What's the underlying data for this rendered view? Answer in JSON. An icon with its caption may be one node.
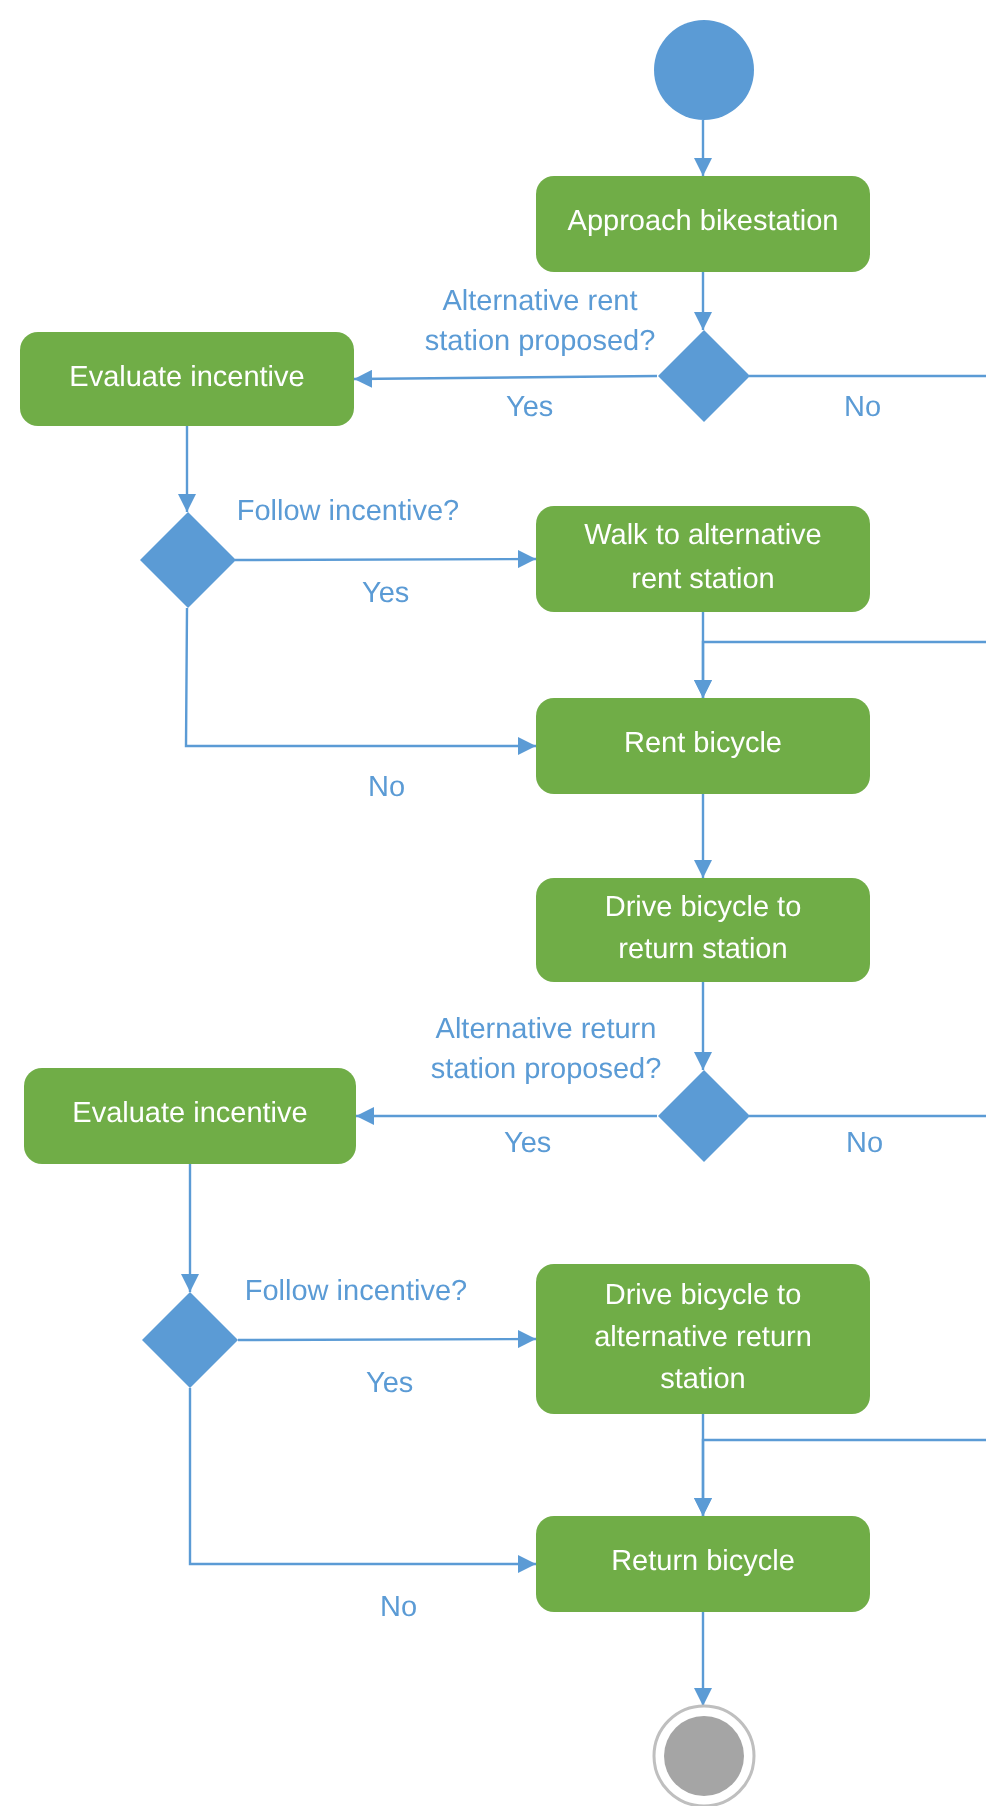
{
  "diagram": {
    "nodes": [
      {
        "text": [],
        "shape": "circle"
      },
      {
        "text": [
          "Approach bikestation"
        ]
      },
      {
        "text": [
          "Alternative rent station proposed?"
        ]
      },
      {
        "text": [
          "Evaluate incentive"
        ]
      },
      {
        "text": [
          "Follow incentive?"
        ]
      },
      {
        "text": [
          "Walk to alternative rent station"
        ]
      },
      {
        "text": [
          "Rent bicycle"
        ]
      },
      {
        "text": [
          "Drive bicycle to return station"
        ]
      },
      {
        "text": [
          "Alternative return station proposed?"
        ]
      },
      {
        "text": [
          "Evaluate incentive"
        ]
      },
      {
        "text": [
          "Follow incentive?"
        ]
      },
      {
        "text": [
          "Drive bicycle to alternative return station"
        ]
      },
      {
        "text": [
          "Return bicycle"
        ]
      },
      {
        "text": [],
        "shape": "circle"
      }
    ],
    "edges": [
      {
        "from": 0,
        "to": 1,
        "arrow": "to"
      },
      {
        "from": 1,
        "to": 2,
        "arrow": "to"
      },
      {
        "from": 2,
        "to": 3,
        "arrow": "to",
        "label": "Yes"
      },
      {
        "from": 2,
        "to": null,
        "arrow": "none",
        "label": "No"
      },
      {
        "from": 3,
        "to": 4,
        "arrow": "to"
      },
      {
        "from": 4,
        "to": 5,
        "arrow": "to",
        "label": "Yes"
      },
      {
        "from": 4,
        "to": 6,
        "arrow": "to",
        "label": "No"
      },
      {
        "from": 5,
        "to": 6,
        "arrow": "to"
      },
      {
        "from": null,
        "to": 6,
        "arrow": "to"
      },
      {
        "from": 6,
        "to": 7,
        "arrow": "to"
      },
      {
        "from": 7,
        "to": 8,
        "arrow": "to"
      },
      {
        "from": 8,
        "to": 9,
        "arrow": "to",
        "label": "Yes"
      },
      {
        "from": 8,
        "to": null,
        "arrow": "none",
        "label": "No"
      },
      {
        "from": 9,
        "to": 10,
        "arrow": "to"
      },
      {
        "from": 10,
        "to": 11,
        "arrow": "to",
        "label": "Yes"
      },
      {
        "from": 10,
        "to": 12,
        "arrow": "to",
        "label": "No"
      },
      {
        "from": 11,
        "to": 12,
        "arrow": "to"
      },
      {
        "from": null,
        "to": 12,
        "arrow": "to"
      },
      {
        "from": 12,
        "to": 13,
        "arrow": "to"
      }
    ]
  }
}
